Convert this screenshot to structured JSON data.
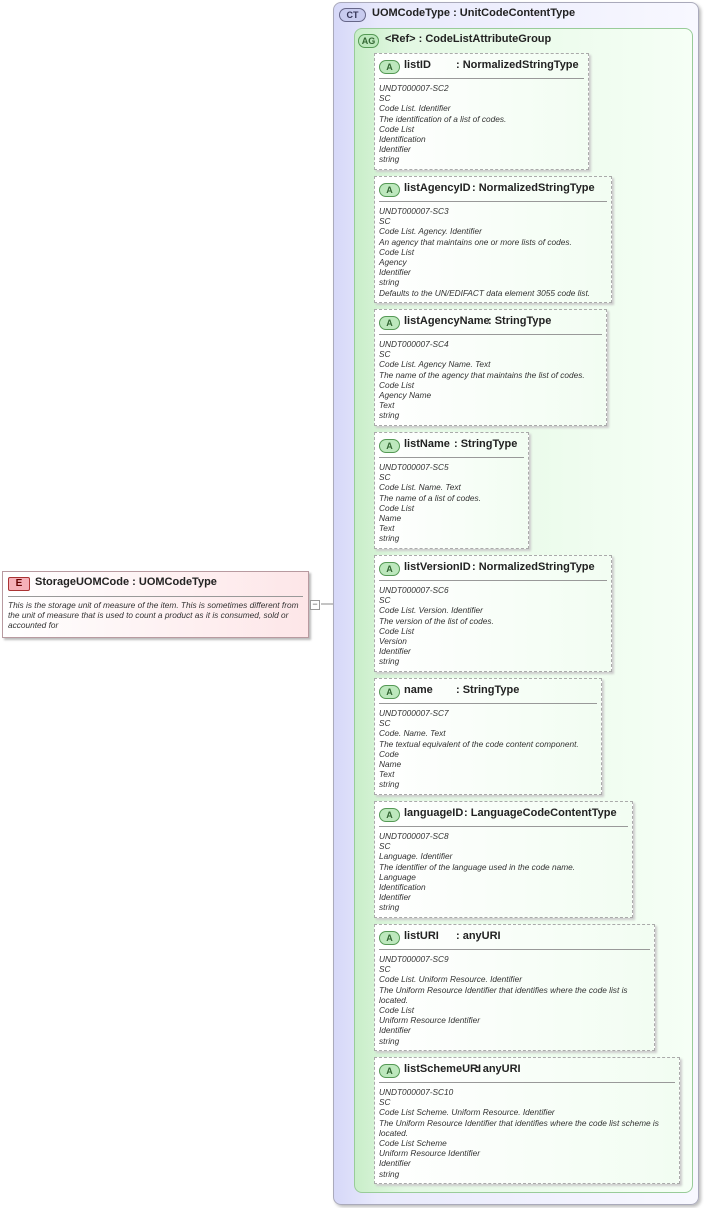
{
  "element": {
    "badge": "E",
    "title": "StorageUOMCode : UOMCodeType",
    "doc": "This is the storage unit of measure of the item. This is sometimes different from the unit of measure that is used to count a product as it is consumed, sold or accounted for",
    "collapse_symbol": "−"
  },
  "complex_type": {
    "badge": "CT",
    "title": "UOMCodeType : UnitCodeContentType"
  },
  "attribute_group": {
    "badge": "AG",
    "title": "<Ref>      : CodeListAttributeGroup"
  },
  "attributes": [
    {
      "badge": "A",
      "name": "listID",
      "type": ": NormalizedStringType",
      "lines": [
        "UNDT000007-SC2",
        "SC",
        "Code List. Identifier",
        "The identification of a list of codes.",
        "Code List",
        "Identification",
        "Identifier",
        "string"
      ]
    },
    {
      "badge": "A",
      "name": "listAgencyID",
      "type": ": NormalizedStringType",
      "lines": [
        "UNDT000007-SC3",
        "SC",
        "Code List. Agency. Identifier",
        "An agency that maintains one or more lists of codes.",
        "Code List",
        "Agency",
        "Identifier",
        "string",
        "Defaults to the UN/EDIFACT data element 3055 code list."
      ]
    },
    {
      "badge": "A",
      "name": "listAgencyName",
      "type": ": StringType",
      "lines": [
        "UNDT000007-SC4",
        "SC",
        "Code List. Agency Name. Text",
        "The name of the agency that maintains the list of codes.",
        "Code List",
        "Agency Name",
        "Text",
        "string"
      ]
    },
    {
      "badge": "A",
      "name": "listName",
      "type": ": StringType",
      "lines": [
        "UNDT000007-SC5",
        "SC",
        "Code List. Name. Text",
        "The name of a list of codes.",
        "Code List",
        "Name",
        "Text",
        "string"
      ]
    },
    {
      "badge": "A",
      "name": "listVersionID",
      "type": ": NormalizedStringType",
      "lines": [
        "UNDT000007-SC6",
        "SC",
        "Code List. Version. Identifier",
        "The version of the list of codes.",
        "Code List",
        "Version",
        "Identifier",
        "string"
      ]
    },
    {
      "badge": "A",
      "name": "name",
      "type": ": StringType",
      "lines": [
        "UNDT000007-SC7",
        "SC",
        "Code. Name. Text",
        "The textual equivalent of the code content component.",
        "Code",
        "Name",
        "Text",
        "string"
      ]
    },
    {
      "badge": "A",
      "name": "languageID",
      "type": ": LanguageCodeContentType",
      "lines": [
        "UNDT000007-SC8",
        "SC",
        "Language. Identifier",
        "The identifier of the language used in the code name.",
        "Language",
        "Identification",
        "Identifier",
        "string"
      ]
    },
    {
      "badge": "A",
      "name": "listURI",
      "type": ": anyURI",
      "lines": [
        "UNDT000007-SC9",
        "SC",
        "Code List. Uniform Resource. Identifier",
        "The Uniform Resource Identifier that identifies where the code list is located.",
        "Code List",
        "Uniform Resource Identifier",
        "Identifier",
        "string"
      ]
    },
    {
      "badge": "A",
      "name": "listSchemeURI",
      "type": ": anyURI",
      "lines": [
        "UNDT000007-SC10",
        "SC",
        "Code List Scheme. Uniform Resource. Identifier",
        "The Uniform Resource Identifier that identifies where the code list scheme is located.",
        "Code List Scheme",
        "Uniform Resource Identifier",
        "Identifier",
        "string"
      ]
    }
  ]
}
